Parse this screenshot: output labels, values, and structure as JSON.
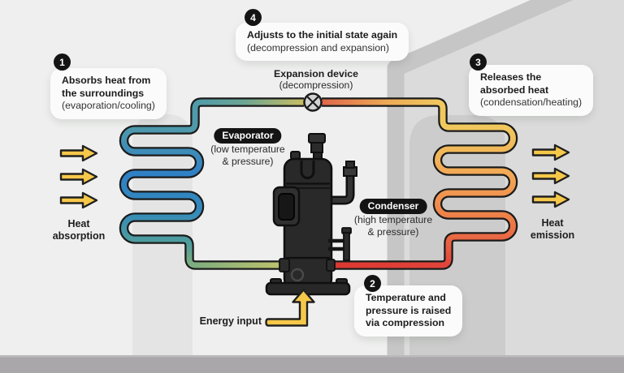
{
  "steps": [
    {
      "number": "1",
      "lines": [
        "Absorbs heat from",
        "the surroundings"
      ],
      "note": "(evaporation/cooling)"
    },
    {
      "number": "2",
      "lines": [
        "Temperature and",
        "pressure is raised",
        "via compression"
      ],
      "note": ""
    },
    {
      "number": "3",
      "lines": [
        "Releases the",
        "absorbed heat"
      ],
      "note": "(condensation/heating)"
    },
    {
      "number": "4",
      "lines": [
        "Adjusts to the initial state again"
      ],
      "note": "(decompression and expansion)"
    }
  ],
  "components": {
    "evaporator": {
      "label": "Evaporator",
      "sub_lines": [
        "(low temperature",
        "& pressure)"
      ]
    },
    "condenser": {
      "label": "Condenser",
      "sub_lines": [
        "(high temperature",
        "& pressure)"
      ]
    },
    "expansion_device": {
      "label": "Expansion device",
      "sub": "(decompression)"
    },
    "compressor": "compressor-unit"
  },
  "flows": {
    "heat_absorption": {
      "lines": [
        "Heat",
        "absorption"
      ]
    },
    "heat_emission": {
      "lines": [
        "Heat",
        "emission"
      ]
    },
    "energy_input": {
      "label": "Energy input"
    }
  },
  "icons": {
    "expansion_valve": "circle-x-valve-icon",
    "heat_arrow": "arrow-right-icon",
    "energy_arrow": "arrow-up-icon"
  },
  "colors": {
    "arrow_yellow": "#f6c84a",
    "cold_pipe_blue": "#2f80c4",
    "hot_pipe_red": "#e2443a",
    "pipe_outline": "#1b1b1b",
    "badge_black": "#141414",
    "card_white": "#fbfbfb",
    "outside_bg": "#eeefee",
    "inside_bg": "#dadbda",
    "wall_gray": "#c5c6c5",
    "column_outdoor": "#e3e4e3",
    "column_indoor": "#cbcccb",
    "floor_gray": "#a9a7a9"
  }
}
